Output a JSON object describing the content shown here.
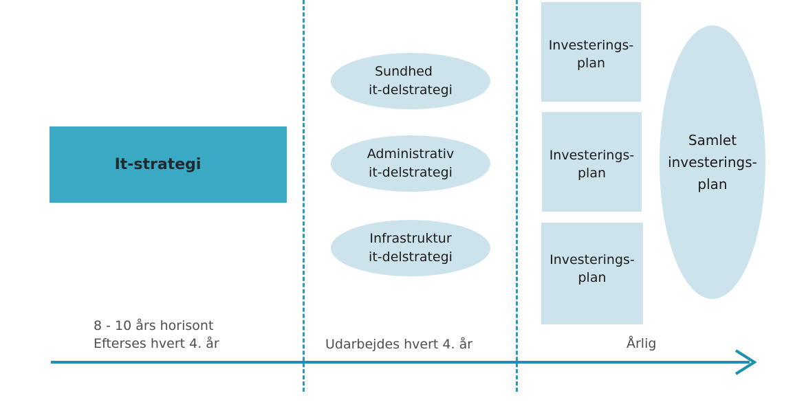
{
  "strategy": {
    "title": "It-strategi"
  },
  "sub_strategies": [
    {
      "line1": "Sundhed",
      "line2": "it-delstrategi"
    },
    {
      "line1": "Administrativ",
      "line2": "it-delstrategi"
    },
    {
      "line1": "Infrastruktur",
      "line2": "it-delstrategi"
    }
  ],
  "investment_plans": [
    {
      "line1": "Investerings-",
      "line2": "plan"
    },
    {
      "line1": "Investerings-",
      "line2": "plan"
    },
    {
      "line1": "Investerings-",
      "line2": "plan"
    }
  ],
  "combined_plan": {
    "line1": "Samlet",
    "line2": "investerings-",
    "line3": "plan"
  },
  "timeline": {
    "left_line1": "8 - 10 års horisont",
    "left_line2": "Efterses hvert 4. år",
    "middle": "Udarbejdes hvert 4. år",
    "right": "Årlig"
  },
  "colors": {
    "accent": "#3aa9c3",
    "light_fill": "#cce3ec",
    "arrow": "#1f8fb0",
    "dash": "#2a9bb5"
  }
}
